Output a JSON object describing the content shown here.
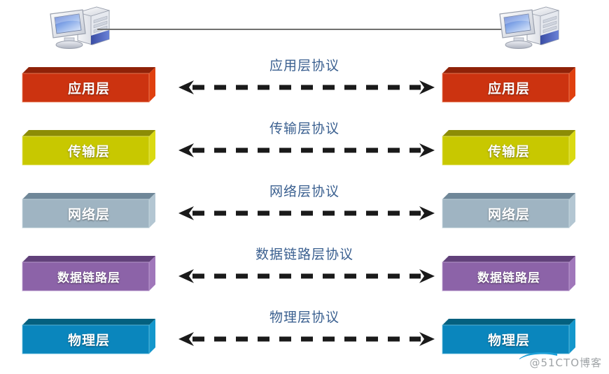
{
  "diagram": {
    "title": "OSI/TCP-IP layered protocol communication diagram",
    "watermark": "@51CTO博客",
    "hosts": [
      {
        "name": "left-host",
        "icon": "computer-icon"
      },
      {
        "name": "right-host",
        "icon": "computer-icon"
      }
    ],
    "link_color": "#70706f",
    "protocol_label_color": "#3b6090",
    "arrow_color": "#1a1a1a",
    "layers": [
      {
        "id": "application",
        "left_label": "应用层",
        "right_label": "应用层",
        "protocol_label": "应用层协议",
        "front_color": "#cc3310",
        "top_color": "#8f2208",
        "side_color": "#e0400f",
        "edge_color": "#f08a66"
      },
      {
        "id": "transport",
        "left_label": "传输层",
        "right_label": "传输层",
        "protocol_label": "传输层协议",
        "front_color": "#c8c800",
        "top_color": "#8c8c06",
        "side_color": "#dada12",
        "edge_color": "#e8e86a"
      },
      {
        "id": "network",
        "left_label": "网络层",
        "right_label": "网络层",
        "protocol_label": "网络层协议",
        "front_color": "#9fb4c2",
        "top_color": "#6f8798",
        "side_color": "#b3c6d2",
        "edge_color": "#cddbe4"
      },
      {
        "id": "datalink",
        "left_label": "数据链路层",
        "right_label": "数据链路层",
        "protocol_label": "数据链路层协议",
        "front_color": "#8c63a8",
        "top_color": "#61417a",
        "side_color": "#a077ba",
        "edge_color": "#c3a8d6"
      },
      {
        "id": "physical",
        "left_label": "物理层",
        "right_label": "物理层",
        "protocol_label": "物理层协议",
        "front_color": "#0a86bd",
        "top_color": "#04607f",
        "side_color": "#1497cc",
        "edge_color": "#6ec2e0"
      }
    ]
  }
}
